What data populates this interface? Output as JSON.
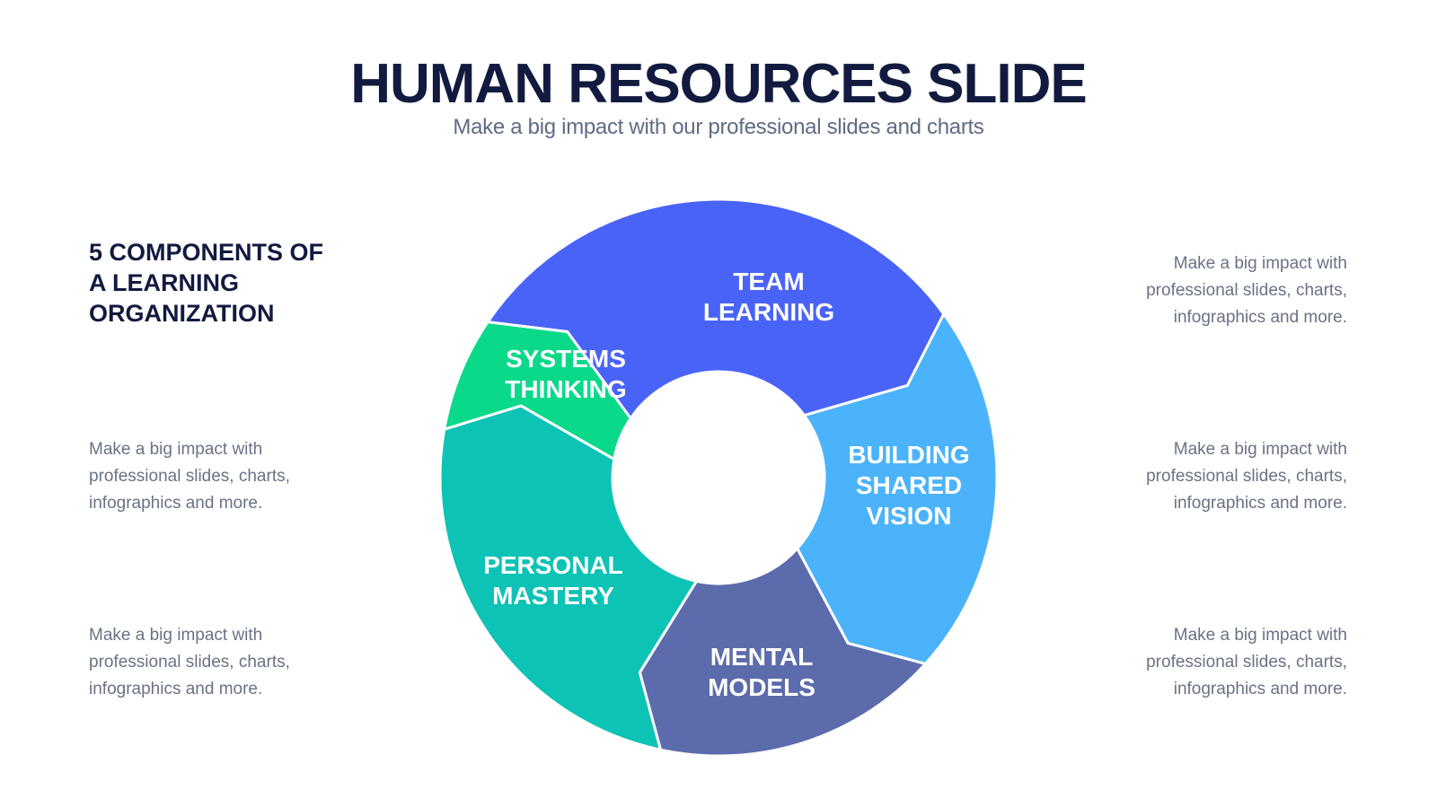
{
  "header": {
    "title": "HUMAN RESOURCES SLIDE",
    "subtitle": "Make a big impact with our professional slides and charts"
  },
  "section": {
    "heading_lines": [
      "5 COMPONENTS OF",
      "A LEARNING",
      "ORGANIZATION"
    ]
  },
  "descriptions": {
    "left": [
      {
        "lines": [
          "Make a big impact with",
          "professional slides, charts,",
          "infographics and more."
        ]
      },
      {
        "lines": [
          "Make a big impact with",
          "professional slides, charts,",
          "infographics and more."
        ]
      }
    ],
    "right": [
      {
        "lines": [
          "Make a big impact with",
          "professional slides, charts,",
          "infographics and more."
        ]
      },
      {
        "lines": [
          "Make a big impact with",
          "professional slides, charts,",
          "infographics and more."
        ]
      },
      {
        "lines": [
          "Make a big impact with",
          "professional slides, charts,",
          "infographics and more."
        ]
      }
    ]
  },
  "wheel": {
    "segments": [
      {
        "key": "team-learning",
        "lines": [
          "TEAM",
          "LEARNING"
        ],
        "color": "#4a63f7"
      },
      {
        "key": "building-shared-vision",
        "lines": [
          "BUILDING",
          "SHARED",
          "VISION"
        ],
        "color": "#4bb3fb"
      },
      {
        "key": "mental-models",
        "lines": [
          "MENTAL",
          "MODELS"
        ],
        "color": "#5c6bab"
      },
      {
        "key": "personal-mastery",
        "lines": [
          "PERSONAL",
          "MASTERY"
        ],
        "color": "#0cc3b5"
      },
      {
        "key": "systems-thinking",
        "lines": [
          "SYSTEMS",
          "THINKING"
        ],
        "color": "#0ad98a"
      }
    ]
  }
}
